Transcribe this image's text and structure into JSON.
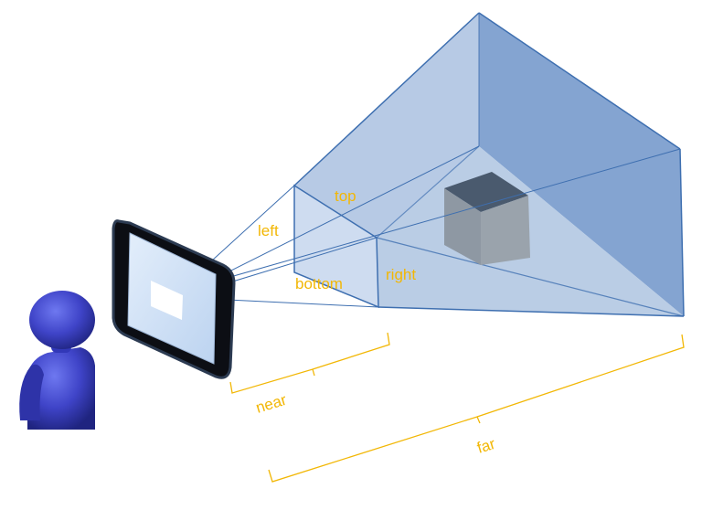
{
  "labels": {
    "top": "top",
    "left": "left",
    "bottom": "bottom",
    "right": "right",
    "near": "near",
    "far": "far"
  },
  "colors": {
    "label": "#F2B705",
    "frustum_face": "#7FA1CF",
    "frustum_edge": "#3E6FB0",
    "cube_top": "#4A5A6E",
    "cube_front": "#9AA3AC",
    "monitor_screen": "#C9DDF7",
    "figure": "#3F44C8"
  },
  "icons": [
    "viewer-figure-icon",
    "monitor-icon",
    "cube-icon"
  ]
}
